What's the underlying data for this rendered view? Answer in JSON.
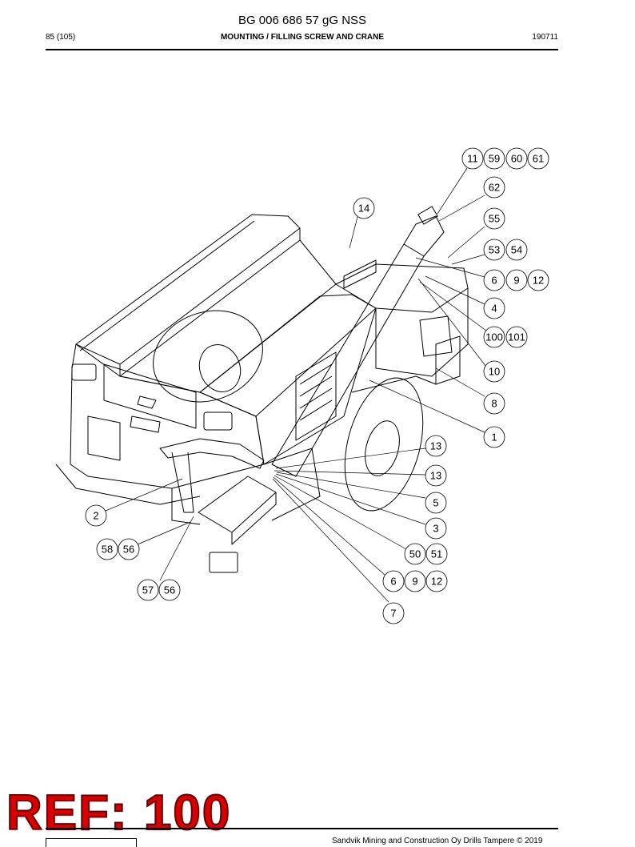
{
  "header": {
    "doc_id": "BG 006 686 57 gG NSS",
    "page": "85 (105)",
    "section_title": "MOUNTING / FILLING SCREW AND CRANE",
    "date_code": "190711"
  },
  "callouts": [
    "11",
    "59",
    "60",
    "61",
    "62",
    "14",
    "55",
    "53",
    "54",
    "6",
    "9",
    "12",
    "4",
    "100",
    "101",
    "10",
    "8",
    "1",
    "13",
    "13",
    "5",
    "3",
    "2",
    "58",
    "56",
    "50",
    "51",
    "6",
    "9",
    "12",
    "57",
    "56",
    "7"
  ],
  "stamp": {
    "text": "REF: 100"
  },
  "footer": {
    "copyright": "Sandvik Mining and Construction Oy Drills Tampere © 2019"
  },
  "colors": {
    "stamp_fill": "#d80000",
    "stamp_outline": "#6a0000"
  }
}
